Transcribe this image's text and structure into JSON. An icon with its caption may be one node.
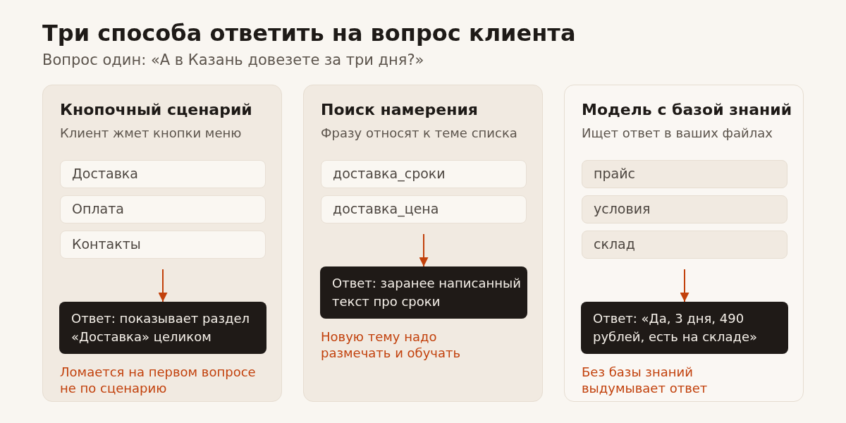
{
  "diagram": {
    "title": "Три способа ответить на вопрос клиента",
    "nodes": [
      {
        "text": [
          "Кнопочный сценарий",
          "Клиент жмет кнопки меню",
          "Ломается на первом вопросе не по сценарию"
        ]
      },
      {
        "text": [
          "Доставка"
        ],
        "in": 0
      },
      {
        "text": [
          "Оплата"
        ],
        "in": 0
      },
      {
        "text": [
          "Контакты"
        ],
        "in": 0
      },
      {
        "text": [
          "Ответ: показывает раздел «Доставка» целиком"
        ],
        "in": 0
      },
      {
        "text": [
          "Поиск намерения",
          "Фразу относят к теме списка",
          "Новую тему надо размечать и обучать"
        ]
      },
      {
        "text": [
          "доставка_сроки"
        ],
        "in": 5
      },
      {
        "text": [
          "доставка_цена"
        ],
        "in": 5
      },
      {
        "text": [
          "Ответ: заранее написанный текст про сроки"
        ],
        "in": 5
      },
      {
        "text": [
          "Модель с базой знаний",
          "Ищет ответ в ваших файлах",
          "Без базы знаний выдумывает ответ"
        ]
      },
      {
        "text": [
          "прайс"
        ],
        "in": 9
      },
      {
        "text": [
          "условия"
        ],
        "in": 9
      },
      {
        "text": [
          "склад"
        ],
        "in": 9
      },
      {
        "text": [
          "Ответ: «Да, 3 дня, 490 рублей, есть на складе»"
        ],
        "in": 9
      }
    ],
    "edges": [
      {
        "from": null,
        "to": 4,
        "arrow": "to"
      },
      {
        "from": null,
        "to": 8,
        "arrow": "to"
      },
      {
        "from": null,
        "to": 13,
        "arrow": "to"
      }
    ],
    "labels": [
      "Вопрос один: «А в Казань довезете за три дня?»"
    ]
  }
}
